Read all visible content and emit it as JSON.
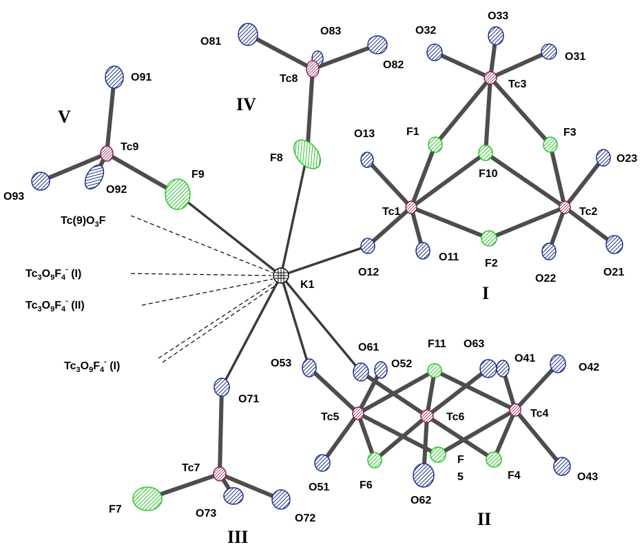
{
  "figure": {
    "atom_labels": {
      "O91": "O91",
      "Tc9": "Tc9",
      "O93": "O93",
      "O92": "O92",
      "F9": "F9",
      "O81": "O81",
      "O83": "O83",
      "O82": "O82",
      "Tc8": "Tc8",
      "F8": "F8",
      "O32": "O32",
      "O33": "O33",
      "O31": "O31",
      "Tc3": "Tc3",
      "F1": "F1",
      "F3": "F3",
      "F10": "F10",
      "O13": "O13",
      "O23": "O23",
      "Tc1": "Tc1",
      "Tc2": "Tc2",
      "O12": "O12",
      "O11": "O11",
      "F2": "F2",
      "O22": "O22",
      "O21": "O21",
      "K1": "K1",
      "O53": "O53",
      "O61": "O61",
      "O52": "O52",
      "F11": "F11",
      "O63": "O63",
      "O41": "O41",
      "O42": "O42",
      "Tc5": "Tc5",
      "Tc6": "Tc6",
      "Tc4": "Tc4",
      "O71": "O71",
      "O51": "O51",
      "F6": "F6",
      "F5a": "F",
      "F5b": "5",
      "F4": "F4",
      "O62": "O62",
      "O43": "O43",
      "Tc7": "Tc7",
      "F7": "F7",
      "O73": "O73",
      "O72": "O72"
    },
    "fragment_labels": {
      "I": "I",
      "II": "II",
      "III": "III",
      "IV": "IV",
      "V": "V"
    },
    "contacts": [
      {
        "base": "Tc(9)O",
        "sub": "3",
        "tail": "F",
        "sup": "",
        "suffix": ""
      },
      {
        "base": "Tc",
        "sub": "3",
        "mid": "O",
        "sub2": "9",
        "tail": "F",
        "sub3": "4",
        "sup": "-",
        "suffix": " (I)"
      },
      {
        "base": "Tc",
        "sub": "3",
        "mid": "O",
        "sub2": "9",
        "tail": "F",
        "sub3": "4",
        "sup": "-",
        "suffix": " (II)"
      },
      {
        "base": "Tc",
        "sub": "3",
        "mid": "O",
        "sub2": "9",
        "tail": "F",
        "sub3": "4",
        "sup": "-",
        "suffix": " (I)"
      }
    ],
    "colors": {
      "oxygen": "#1c2f8c",
      "fluorine": "#2fd12f",
      "technetium": "#8c1e52",
      "potassium": "#ffffff",
      "bond": "#4d4d4d"
    }
  }
}
